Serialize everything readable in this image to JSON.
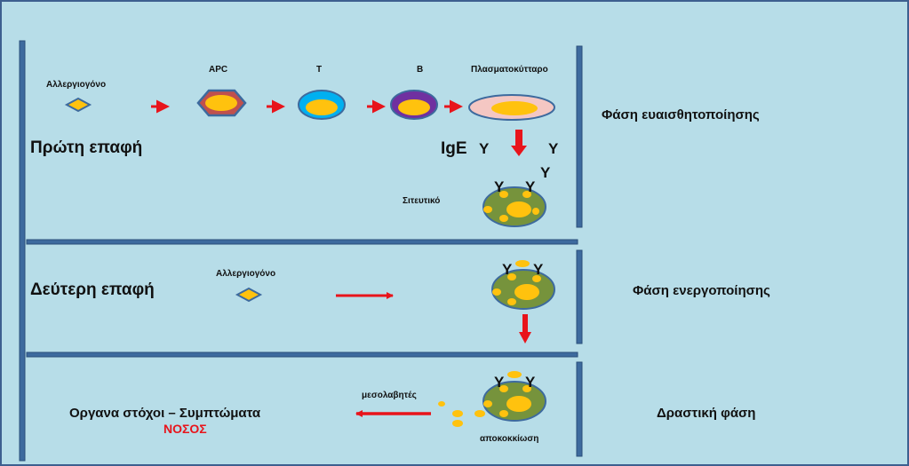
{
  "first_contact": {
    "title": "Πρώτη επαφή",
    "allergen_label": "Αλλεργιογόνο",
    "apc_label": "APC",
    "t_label": "T",
    "b_label": "B",
    "plasma_label": "Πλασματοκύτταρο",
    "ige_label": "IgE",
    "y_symbol": "Y",
    "mast_label": "Σιτευτικό",
    "phase_label": "Φάση ευαισθητοποίησης"
  },
  "second_contact": {
    "title": "Δεύτερη επαφή",
    "allergen_label": "Αλλεργιογόνο",
    "y_symbol": "Y",
    "phase_label": "Φάση ενεργοποίησης"
  },
  "effector": {
    "targets_label": "Οργανα στόχοι – Συμπτώματα",
    "disease_label": "ΝΟΣΟΣ",
    "mediators_label": "μεσολαβητές",
    "degranulation_label": "αποκοκκίωση",
    "y_symbol": "Y",
    "phase_label": "Δραστική φάση"
  },
  "colors": {
    "background": "#b7dde8",
    "bar": "#3d6a9e",
    "arrow": "#e8141b",
    "granule": "#ffc20e",
    "mast_cell": "#76933c",
    "apc": "#c0504d",
    "t_cell": "#00b0f0",
    "b_cell": "#7030a0",
    "plasma_cell": "#f4c7c3",
    "disease_text": "#e8141b"
  }
}
